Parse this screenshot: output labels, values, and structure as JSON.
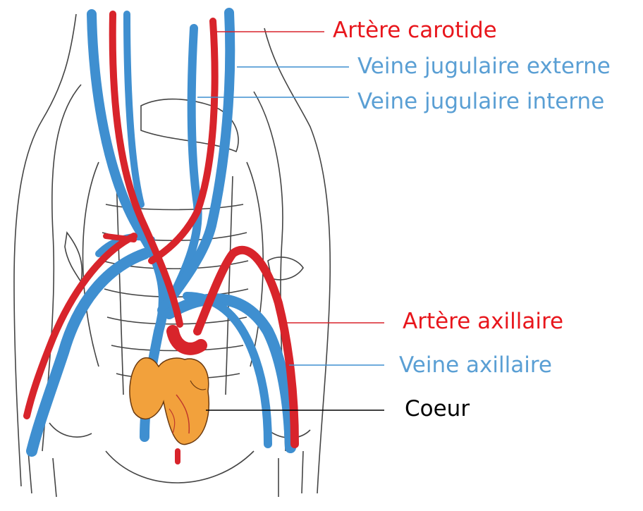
{
  "labels": {
    "carotid_artery": "Artère carotide",
    "external_jugular_vein": "Veine jugulaire externe",
    "internal_jugular_vein": "Veine jugulaire interne",
    "axillary_artery": "Artère axillaire",
    "axillary_vein": "Veine axillaire",
    "heart": "Coeur"
  },
  "colors": {
    "artery": "#d8242b",
    "vein": "#3f8fd0",
    "artery_label": "#e8161c",
    "vein_label": "#5a9fd4",
    "heart": "#f2a13c",
    "outline": "#333333"
  }
}
